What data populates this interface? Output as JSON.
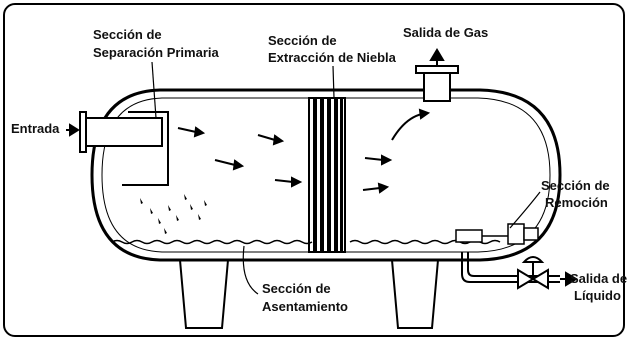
{
  "labels": {
    "primary_separation_line1": "Sección de",
    "primary_separation_line2": "Separación Primaria",
    "mist_extraction_line1": "Sección de",
    "mist_extraction_line2": "Extracción de Niebla",
    "gas_outlet": "Salida de Gas",
    "inlet": "Entrada",
    "removal_line1": "Sección de",
    "removal_line2": "Remoción",
    "settling_line1": "Sección de",
    "settling_line2": "Asentamiento",
    "liquid_outlet_line1": "Salida de",
    "liquid_outlet_line2": "Líquido"
  }
}
